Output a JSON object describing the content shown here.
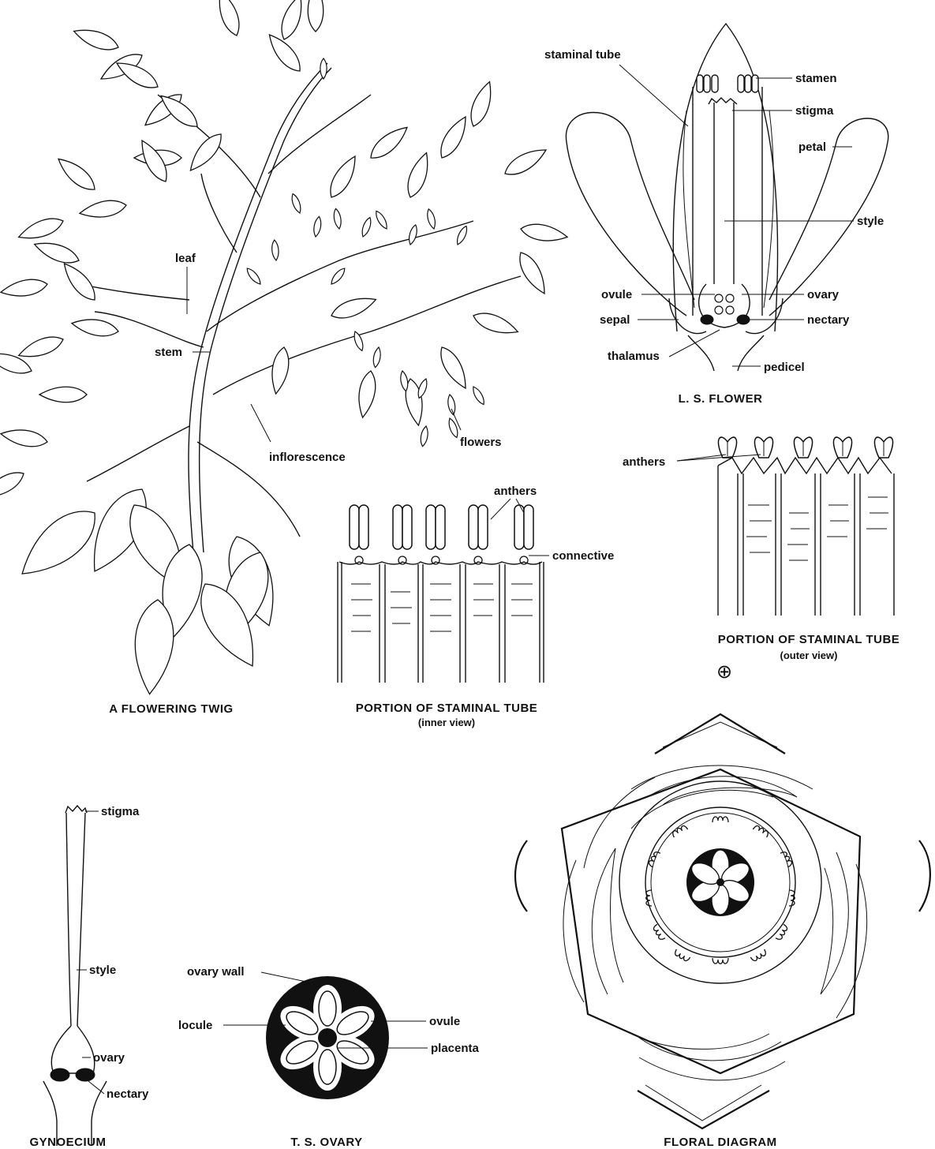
{
  "twig": {
    "caption": "A FLOWERING TWIG",
    "labels": {
      "leaf": "leaf",
      "stem": "stem",
      "inflorescence": "inflorescence",
      "flowers": "flowers"
    }
  },
  "ls_flower": {
    "caption": "L. S. FLOWER",
    "labels": {
      "staminal_tube": "staminal tube",
      "stamen": "stamen",
      "stigma": "stigma",
      "petal": "petal",
      "style": "style",
      "ovule": "ovule",
      "ovary": "ovary",
      "sepal": "sepal",
      "nectary": "nectary",
      "thalamus": "thalamus",
      "pedicel": "pedicel"
    }
  },
  "staminal_inner": {
    "caption": "PORTION OF STAMINAL TUBE",
    "subcaption": "(inner view)",
    "labels": {
      "anthers": "anthers",
      "connective": "connective"
    }
  },
  "staminal_outer": {
    "caption": "PORTION OF STAMINAL TUBE",
    "subcaption": "(outer view)",
    "labels": {
      "anthers": "anthers"
    },
    "symbol": "⊕"
  },
  "gynoecium": {
    "caption": "GYNOECIUM",
    "labels": {
      "stigma": "stigma",
      "style": "style",
      "ovary": "ovary",
      "nectary": "nectary"
    }
  },
  "ts_ovary": {
    "caption": "T. S. OVARY",
    "labels": {
      "ovary_wall": "ovary wall",
      "locule": "locule",
      "ovule": "ovule",
      "placenta": "placenta"
    }
  },
  "floral_diagram": {
    "caption": "FLORAL DIAGRAM"
  }
}
